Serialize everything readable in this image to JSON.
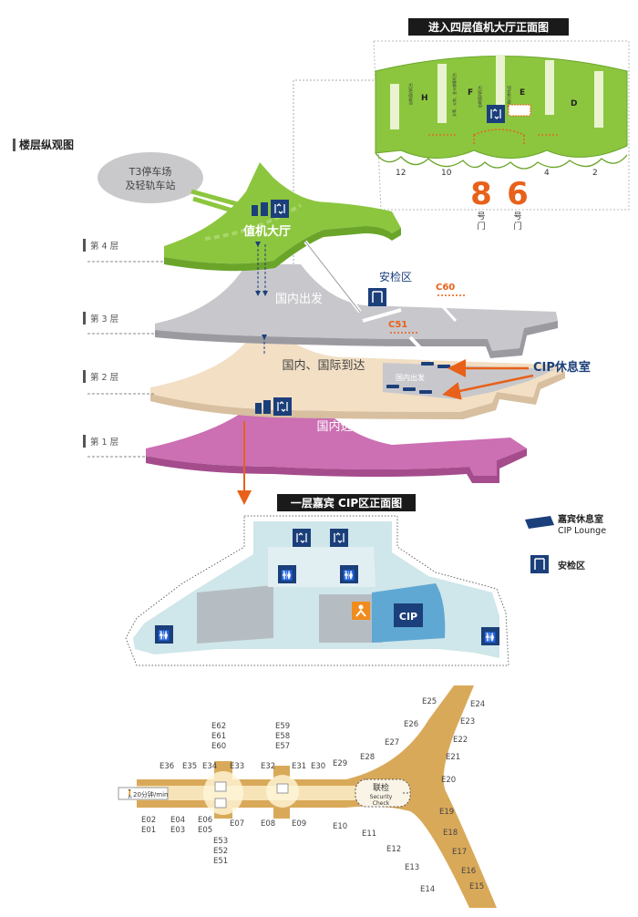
{
  "titles": {
    "floor_overview": "楼层纵观图",
    "fourth_floor_view": "进入四层值机大厅正面图",
    "first_floor_cip_view": "一层嘉宾 CIP区正面图"
  },
  "parking": {
    "line1": "T3停车场",
    "line2": "及轻轨车站"
  },
  "floors": [
    {
      "label": "第 4 层",
      "name": "值机大厅"
    },
    {
      "label": "第 3 层",
      "name": "国内出发"
    },
    {
      "label": "第 2 层",
      "name": "国内、国际到达"
    },
    {
      "label": "第 1 层",
      "name": "国内远机位"
    }
  ],
  "security_area": "安检区",
  "gates_shown": {
    "c60": "C60",
    "c51": "C51"
  },
  "domestic_departure_small": "国内出发",
  "cip_lounge_callout": "CIP休息室",
  "checkin_rows": {
    "h": "H",
    "f": "F",
    "e": "E",
    "d": "D"
  },
  "door_numbers": {
    "d12": "12",
    "d10": "10",
    "d8": "8",
    "d6": "6",
    "d4": "4",
    "d2": "2"
  },
  "door_label": {
    "hao": "号",
    "men": "门"
  },
  "counter_labels": [
    "自助值机柜台",
    "头等、公务、金卡旅客柜台",
    "自助值机柜台",
    "自助行李托运"
  ],
  "legend": {
    "vip_cn": "嘉宾休息室",
    "vip_en": "CIP Lounge",
    "security_cn": "安检区",
    "lounge_icon": "lounge-icon",
    "security_icon": "security-check-icon"
  },
  "cip_badge": "CIP",
  "walk_time": "20分钟/min",
  "security_check": {
    "cn": "联检",
    "en1": "Security",
    "en2": "Check"
  },
  "gates": {
    "col_e34": [
      "E62",
      "E61",
      "E60"
    ],
    "col_e31": [
      "E59",
      "E58",
      "E57"
    ],
    "col_e05": [
      "E53",
      "E52",
      "E51"
    ],
    "top_row": [
      "E36",
      "E35",
      "E34",
      "E33",
      "E32",
      "E31",
      "E30",
      "E29",
      "E28",
      "E27",
      "E26",
      "E25",
      "E24",
      "E23",
      "E22",
      "E21",
      "E20"
    ],
    "bottom_row": [
      "E02",
      "E01",
      "E04",
      "E03",
      "E06",
      "E05",
      "E07",
      "E08",
      "E09",
      "E10",
      "E11",
      "E12",
      "E13",
      "E14",
      "E15",
      "E16",
      "E17",
      "E18",
      "E19"
    ]
  },
  "colors": {
    "floor4": "#8cc63f",
    "floor3": "#c8c8cc",
    "floor2": "#f2dfc4",
    "floor1": "#cc6fb3",
    "cip_floor": "#cfe6ea",
    "accent_orange": "#e8611a",
    "navy": "#1b3f7a",
    "pier": "#d9a95a"
  }
}
